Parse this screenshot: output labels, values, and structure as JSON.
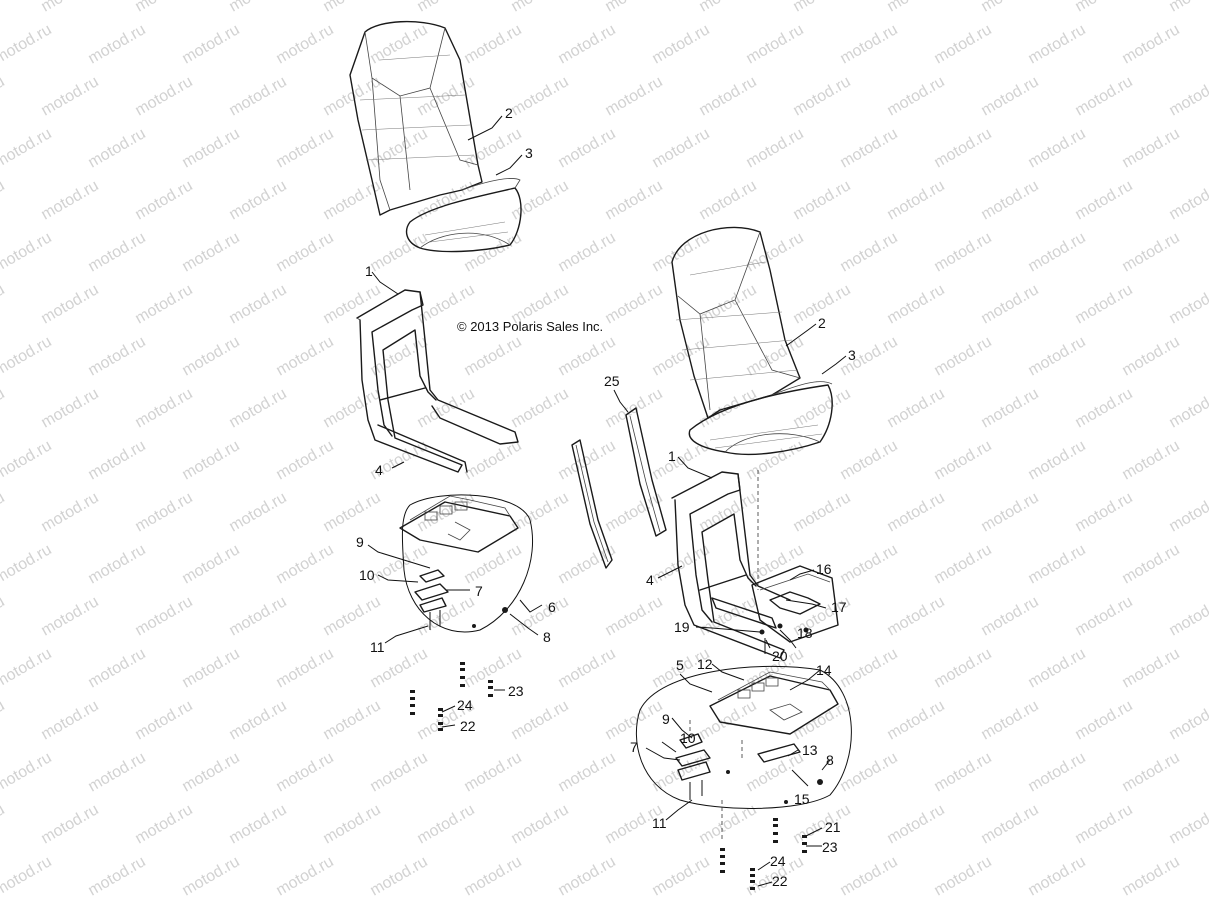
{
  "copyright": "© 2013 Polaris Sales Inc.",
  "watermark": "motod.ru",
  "callouts": [
    "1",
    "2",
    "3",
    "4",
    "5",
    "6",
    "7",
    "8",
    "9",
    "10",
    "11",
    "12",
    "13",
    "14",
    "15",
    "16",
    "17",
    "18",
    "19",
    "20",
    "21",
    "22",
    "23",
    "24",
    "25"
  ]
}
